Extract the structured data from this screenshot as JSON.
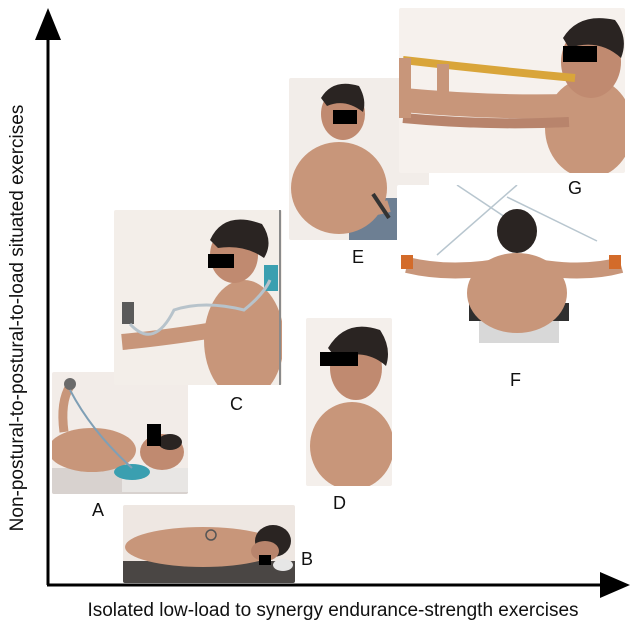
{
  "axes": {
    "y_label": "Non-postural-to-postural-to-load situated exercises",
    "x_label": "Isolated low-load to synergy endurance-strength exercises"
  },
  "panels": [
    {
      "id": "A",
      "label": "A"
    },
    {
      "id": "B",
      "label": "B"
    },
    {
      "id": "C",
      "label": "C"
    },
    {
      "id": "D",
      "label": "D"
    },
    {
      "id": "E",
      "label": "E"
    },
    {
      "id": "F",
      "label": "F"
    },
    {
      "id": "G",
      "label": "G"
    }
  ],
  "colors": {
    "axis": "#000000",
    "skin": "#c8967a",
    "skin_shadow": "#a87560",
    "hair": "#2a2422",
    "band_yellow": "#d9a53a",
    "pad_teal": "#3a9fb0",
    "jeans": "#6d7f93",
    "mat": "#4a4644"
  }
}
